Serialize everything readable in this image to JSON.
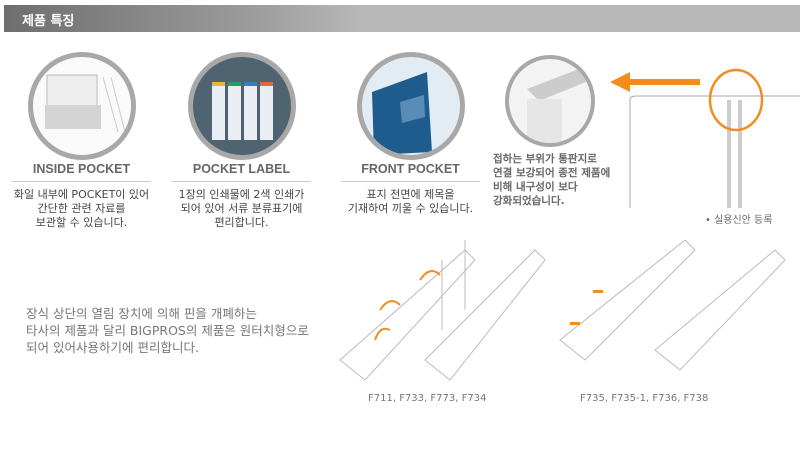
{
  "header": {
    "title": "제품 특징"
  },
  "features": [
    {
      "title": "INSIDE POCKET",
      "lines": [
        "화일 내부에 POCKET이 있어",
        "간단한 관련 자료를",
        "보관할 수 있습니다."
      ]
    },
    {
      "title": "POCKET LABEL",
      "lines": [
        "1장의 인쇄물에 2색 인쇄가",
        "되어 있어 서류 분류표기에",
        "편리합니다."
      ]
    },
    {
      "title": "FRONT POCKET",
      "lines": [
        "표지 전면에 제목을",
        "기재하여 끼울 수 있습니다."
      ]
    }
  ],
  "reinforce": {
    "lines": [
      "접하는 부위가 통판지로",
      "연결 보강되어 종전 제품에",
      "비해 내구성이 보다",
      "강화되었습니다."
    ],
    "note": "• 실용신안 등록"
  },
  "mechanism": {
    "lines": [
      "장식 상단의 열림 장치에 의해 핀을 개폐하는",
      "타사의 제품과 달리 BIGPROS의 제품은 원터치형으로",
      "되어 있어사용하기에 편리합니다."
    ],
    "caption_left": "F711, F733, F773, F734",
    "caption_right": "F735, F735-1, F736, F738"
  },
  "colors": {
    "accent": "#f28c1e",
    "ring": "#a8a8a8"
  }
}
